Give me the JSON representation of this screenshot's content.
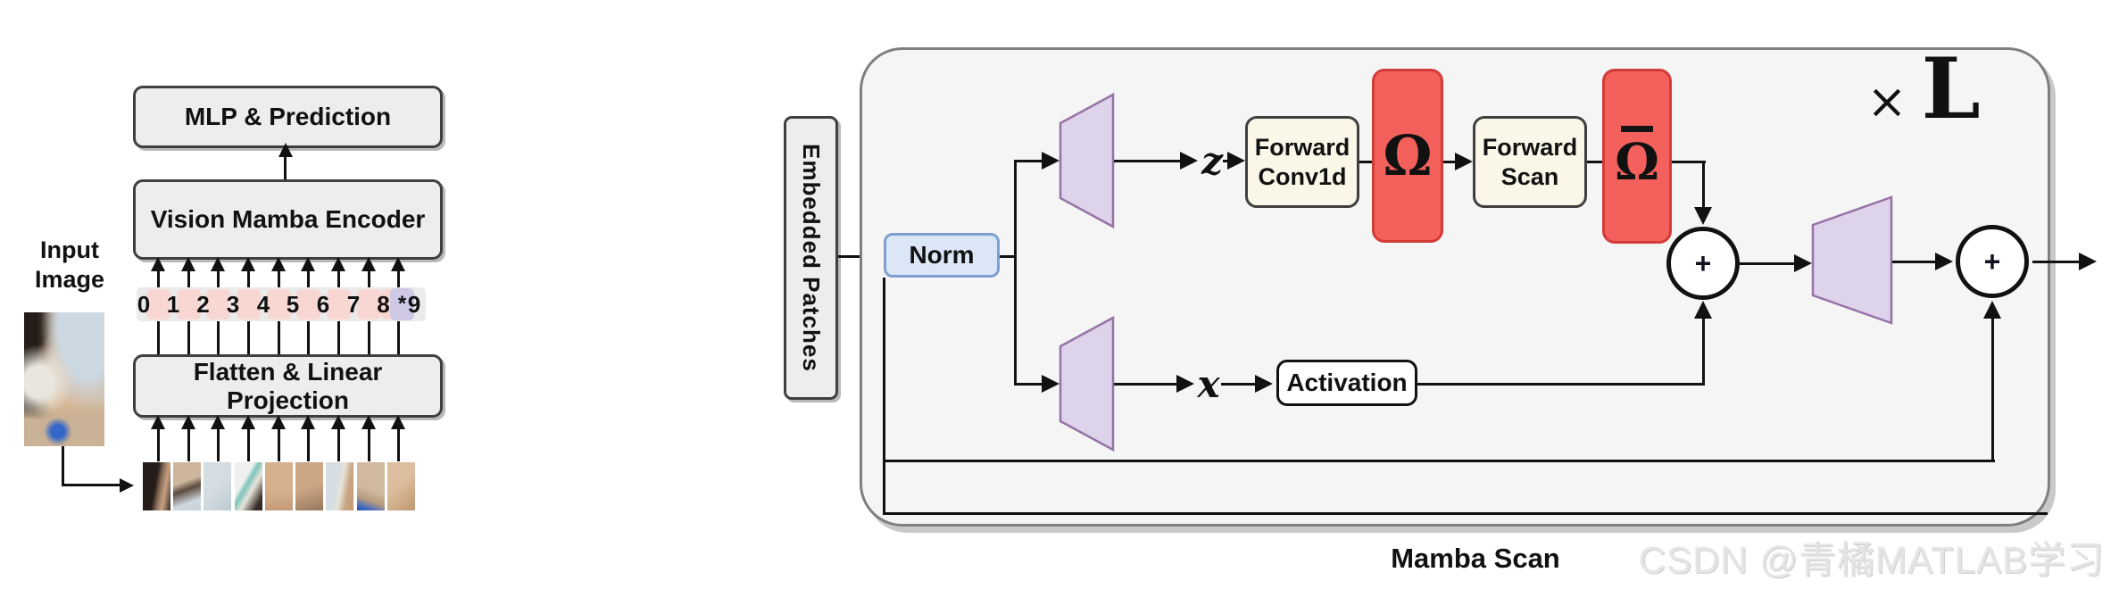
{
  "left_pipeline": {
    "input_label_line1": "Input",
    "input_label_line2": "Image",
    "mlp_box": "MLP & Prediction",
    "encoder_box": "Vision Mamba Encoder",
    "flatten_box": "Flatten & Linear Projection",
    "tokens": {
      "numbers": [
        "0",
        "1",
        "2",
        "3",
        "4",
        "5",
        "6",
        "7",
        "8",
        "9"
      ],
      "star": "*"
    }
  },
  "embedded_patches_label": "Embedded Patches",
  "mamba_block": {
    "norm": "Norm",
    "z_label": "z",
    "x_label": "x",
    "forward_conv_line1": "Forward",
    "forward_conv_line2": "Conv1d",
    "omega": "Ω",
    "forward_scan_line1": "Forward",
    "forward_scan_line2": "Scan",
    "omega_bar": "Ω",
    "activation": "Activation",
    "plus1": "+",
    "plus2": "+",
    "times": "×",
    "repeat_count": "L",
    "caption": "Mamba Scan"
  },
  "watermark": "CSDN @青橘MATLAB学习",
  "colors": {
    "token_pink": "#f8d7d2",
    "token_lavender": "#cfc9e6",
    "strip_gray": "#ebebeb",
    "box_gray": "#ededed",
    "container_gray": "#f5f5f5",
    "norm_blue_fill": "#dbe6f7",
    "norm_blue_border": "#7e9fd0",
    "cream_fill": "#faf7e8",
    "red_fill": "#f4605b",
    "red_border": "#d23c38",
    "trapezoid_fill": "#ddd3ea",
    "trapezoid_border": "#9673a6"
  }
}
